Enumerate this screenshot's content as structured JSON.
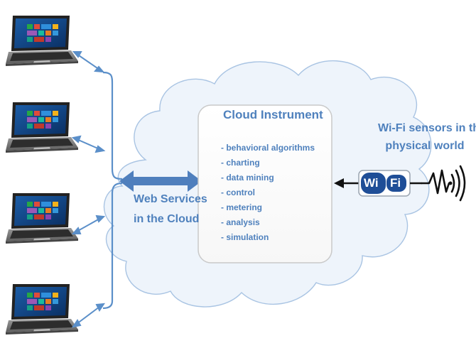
{
  "cloud": {
    "label_line1": "Web Services",
    "label_line2": "in the Cloud"
  },
  "instrument": {
    "title": "Cloud Instrument",
    "items": [
      "- behavioral algorithms",
      "- charting",
      "- data mining",
      "- control",
      "- metering",
      "- analysis",
      "- simulation"
    ]
  },
  "sensors": {
    "label_line1": "Wi-Fi sensors in the",
    "label_line2": "physical world"
  },
  "wifi_logo": {
    "wi": "Wi",
    "fi": "Fi"
  },
  "laptops": [
    {
      "icon": "laptop-icon"
    },
    {
      "icon": "laptop-icon"
    },
    {
      "icon": "laptop-icon"
    },
    {
      "icon": "laptop-icon"
    }
  ],
  "colors": {
    "accent": "#4f81bd",
    "cloud_fill": "#eef4fb",
    "cloud_stroke": "#a9c4e3",
    "arrow": "#5b8fc9",
    "thick_arrow": "#4f7fbd",
    "wifi_blue": "#1f4e97"
  }
}
